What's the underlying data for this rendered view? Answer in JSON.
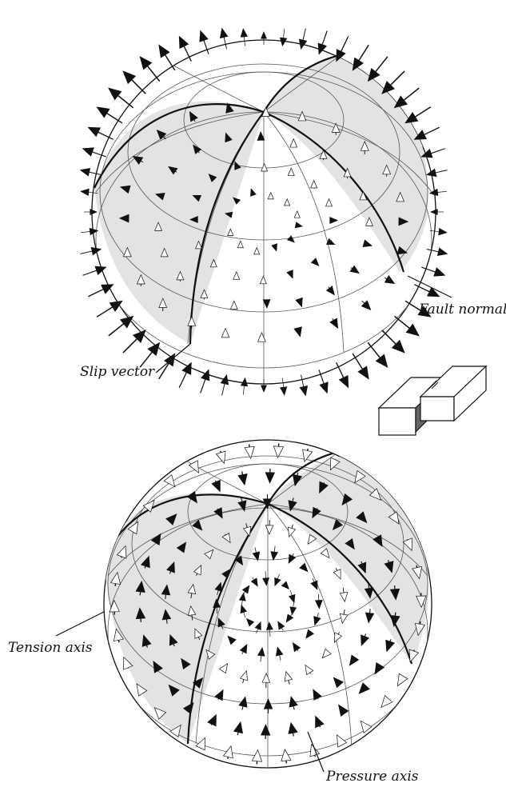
{
  "labels": {
    "fault_normal": "Fault normal",
    "slip_vector": "Slip vector",
    "tension_axis": "Tension axis",
    "pressure_axis": "Pressure axis"
  },
  "colors": {
    "shade": "#e3e3e3",
    "ink": "#111111",
    "grid": "#555555",
    "background": "#ffffff"
  },
  "panels": [
    "Upper sphere: radiation pattern of displacements with outward and inward arrows",
    "Lower sphere: displacement vectors tangent to the sphere surface"
  ]
}
